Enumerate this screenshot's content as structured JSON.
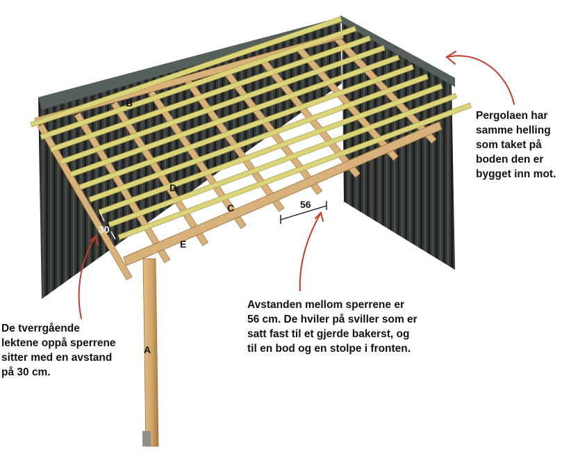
{
  "labels": {
    "a": "A",
    "b": "B",
    "c": "C",
    "d": "D",
    "e": "E",
    "rafter_spacing": "56",
    "batten_spacing": "30"
  },
  "captions": {
    "right": "Pergolaen har\nsamme helling\nsom taket på\nboden den er\nbygget inn mot.",
    "middle": "Avstanden mellom sperrene er\n56 cm. De hviler på sviller som er\nsatt fast til et gjerde bakerst, og\ntil en bod og en stolpe i fronten.",
    "left": "De tverrgående\nlektene oppå sperrene\nsitter med en avstand\npå 30 cm."
  },
  "colors": {
    "wall": "#2f3330",
    "wall_stripe": "#1c1f1d",
    "cap": "#55605a",
    "wood": "#d8b27a",
    "wood_dark": "#a27a45",
    "batten": "#dcd47a",
    "batten_dark": "#a9a24c",
    "arrow": "#c8392b"
  }
}
